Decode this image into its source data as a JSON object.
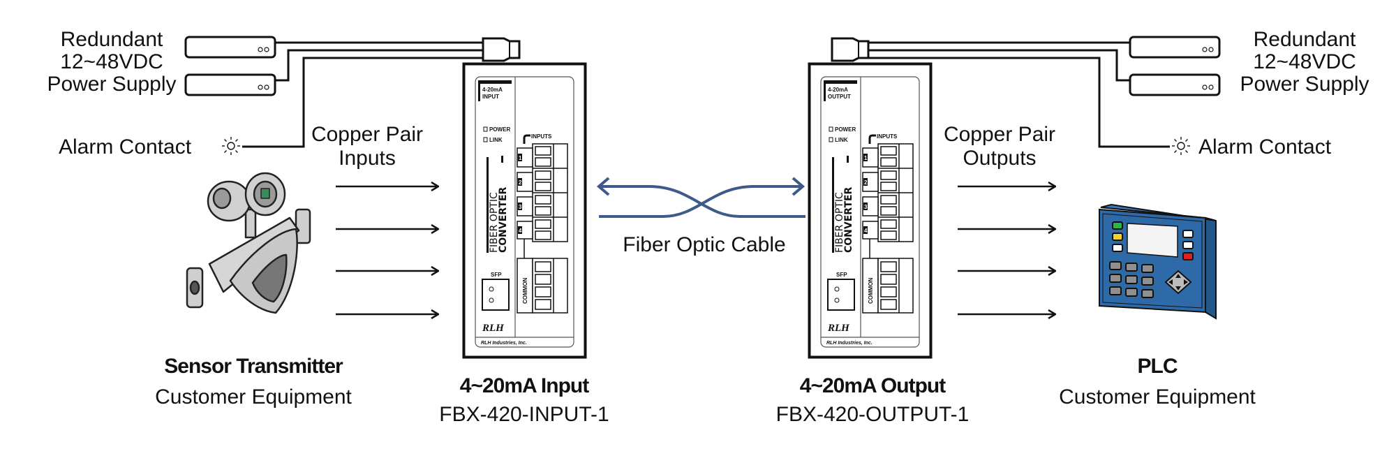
{
  "left": {
    "power_supply_label": [
      "Redundant",
      "12~48VDC",
      "Power Supply"
    ],
    "alarm_label": "Alarm Contact",
    "copper_label": [
      "Copper Pair",
      "Inputs"
    ],
    "equipment_title": "Sensor Transmitter",
    "equipment_subtitle": "Customer Equipment"
  },
  "input_device": {
    "title": "4~20mA Input",
    "model": "FBX-420-INPUT-1",
    "panel_label": [
      "4-20mA",
      "INPUT"
    ]
  },
  "output_device": {
    "title": "4~20mA Output",
    "model": "FBX-420-OUTPUT-1",
    "panel_label": [
      "4-20mA",
      "OUTPUT"
    ]
  },
  "device_common": {
    "power_led": "POWER",
    "link_led": "LINK",
    "terminals_label": "INPUTS",
    "channels": [
      "1",
      "2",
      "3",
      "4"
    ],
    "brand_line1": "FIBER OPTIC",
    "brand_line2": "CONVERTER",
    "sfp_label": "SFP",
    "common_label": "COMMON",
    "logo": "RLH",
    "company": "RLH Industries, Inc."
  },
  "fiber": {
    "label": "Fiber Optic Cable",
    "color": "#3d5a8a"
  },
  "right": {
    "power_supply_label": [
      "Redundant",
      "12~48VDC",
      "Power Supply"
    ],
    "alarm_label": "Alarm Contact",
    "copper_label": [
      "Copper Pair",
      "Outputs"
    ],
    "equipment_title": "PLC",
    "equipment_subtitle": "Customer Equipment"
  },
  "colors": {
    "plc_body": "#2f6aa8",
    "plc_led_green": "#2db34a",
    "plc_led_yellow": "#f2d230",
    "plc_led_red": "#e0201e"
  }
}
